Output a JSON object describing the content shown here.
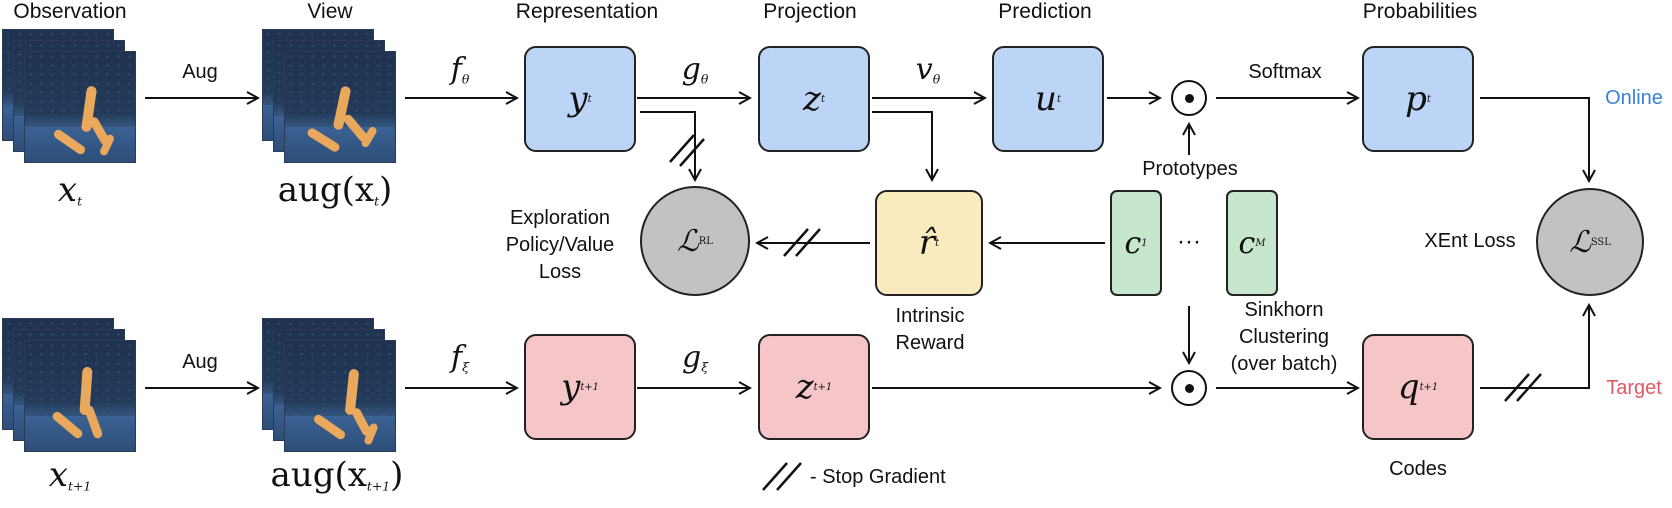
{
  "headers": {
    "observation": "Observation",
    "view": "View",
    "representation": "Representation",
    "projection": "Projection",
    "prediction": "Prediction",
    "probabilities": "Probabilities"
  },
  "online_row": {
    "obs_label": "x",
    "obs_sub": "t",
    "aug_edge": "Aug",
    "view_label": "aug(x",
    "view_sub": "t",
    "view_close": ")",
    "f_label": "f",
    "f_sub": "θ",
    "y_label": "y",
    "y_sub": "t",
    "g_label": "g",
    "g_sub": "θ",
    "z_label": "z",
    "z_sub": "t",
    "v_label": "v",
    "v_sub": "θ",
    "u_label": "u",
    "u_sub": "t",
    "softmax": "Softmax",
    "p_label": "p",
    "p_sub": "t",
    "side_label": "Online"
  },
  "target_row": {
    "obs_label": "x",
    "obs_sub": "t+1",
    "aug_edge": "Aug",
    "view_label": "aug(x",
    "view_sub": "t+1",
    "view_close": ")",
    "f_label": "f",
    "f_sub": "ξ",
    "y_label": "y",
    "y_sub": "t+1",
    "g_label": "g",
    "g_sub": "ξ",
    "z_label": "z",
    "z_sub": "t+1",
    "sinkhorn": "Sinkhorn\nClustering\n(over batch)",
    "q_label": "q",
    "q_sub": "t+1",
    "codes": "Codes",
    "side_label": "Target"
  },
  "middle": {
    "prototypes": "Prototypes",
    "c1_label": "c",
    "c1_sub": "1",
    "dots": "···",
    "cm_label": "c",
    "cm_sub": "M",
    "reward_label": "r̂",
    "reward_sub": "t",
    "reward_caption": "Intrinsic\nReward",
    "rl_label": "ℒ",
    "rl_sub": "RL",
    "rl_caption": "Exploration\nPolicy/Value\nLoss",
    "ssl_label": "ℒ",
    "ssl_sub": "SSL",
    "ssl_caption": "XEnt Loss"
  },
  "legend": {
    "stop_gradient": "- Stop Gradient"
  },
  "colors": {
    "online_box": "#bcd4f5",
    "target_box": "#f5c5c8",
    "reward_box": "#faebbe",
    "prototype_box": "#c6e6cd",
    "loss_circle": "#c2c2c2",
    "online_text": "#3b82d6",
    "target_text": "#e05a63"
  },
  "icons": {
    "frame_stack": "walker-frame-stack-image",
    "product": "circled-dot-operator",
    "stop_gradient": "double-slash-mark"
  }
}
